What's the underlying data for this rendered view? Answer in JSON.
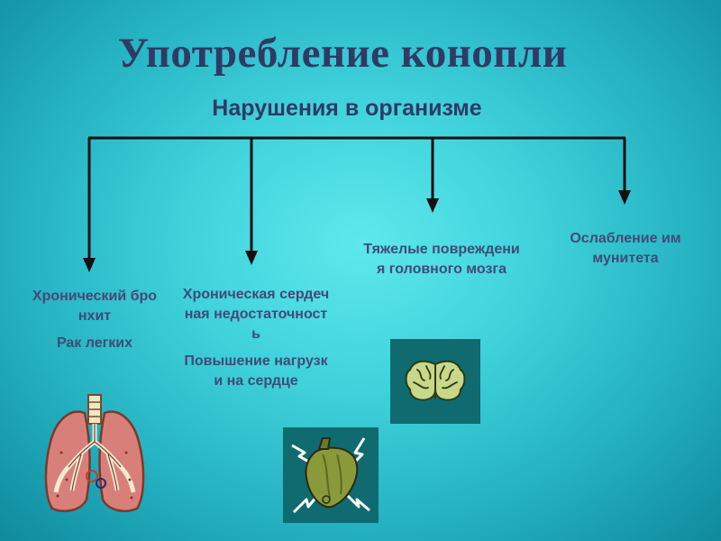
{
  "slide": {
    "title": "Употребление конопли",
    "subtitle": "Нарушения в организме",
    "colors": {
      "background": "#3fd2db",
      "heading": "#2f3a66",
      "text": "#414a78",
      "connector": "#111111"
    }
  },
  "branches": [
    {
      "lines": [
        "Хронический бронхит",
        "Рак легких"
      ],
      "icon": "lungs-icon"
    },
    {
      "lines": [
        "Хроническая сердечная недостаточность",
        "Повышение нагрузки на сердце"
      ],
      "icon": "heart-icon"
    },
    {
      "lines": [
        "Тяжелые повреждения головного мозга"
      ],
      "icon": "brain-icon"
    },
    {
      "lines": [
        "Ослабление иммунитета"
      ],
      "icon": null
    }
  ]
}
